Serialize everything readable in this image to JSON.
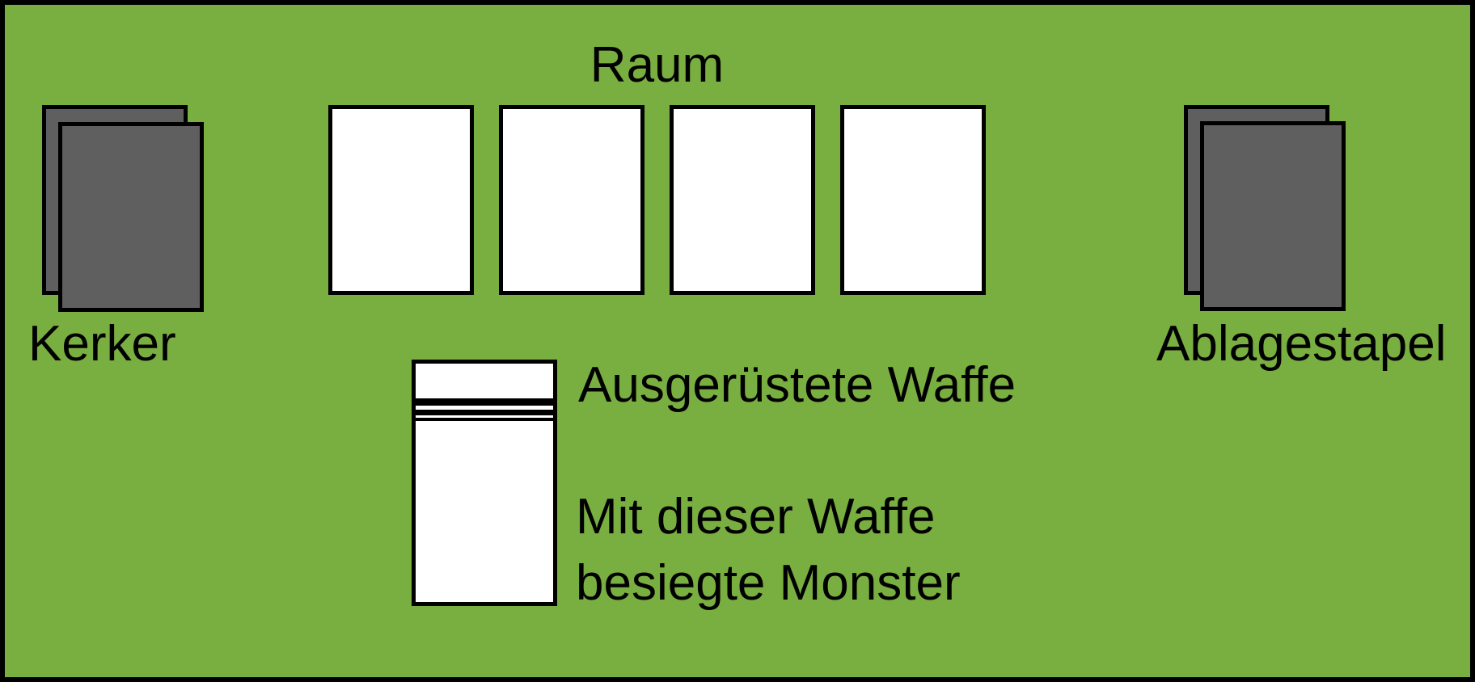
{
  "zones": {
    "room": {
      "label": "Raum",
      "card_count": 4
    },
    "dungeon": {
      "label": "Kerker",
      "visible_card_count": 2
    },
    "discard": {
      "label": "Ablagestapel",
      "visible_card_count": 2
    },
    "weapon": {
      "label": "Ausgerüstete Waffe",
      "note_lines": [
        "Mit dieser Waffe",
        "besiegte Monster"
      ],
      "stacked_edge_line_count": 3
    }
  },
  "colors": {
    "background_green": "#79AE40",
    "card_back_gray": "#5F5F5F",
    "card_face_white": "#FFFFFF",
    "outline_black": "#000000"
  }
}
